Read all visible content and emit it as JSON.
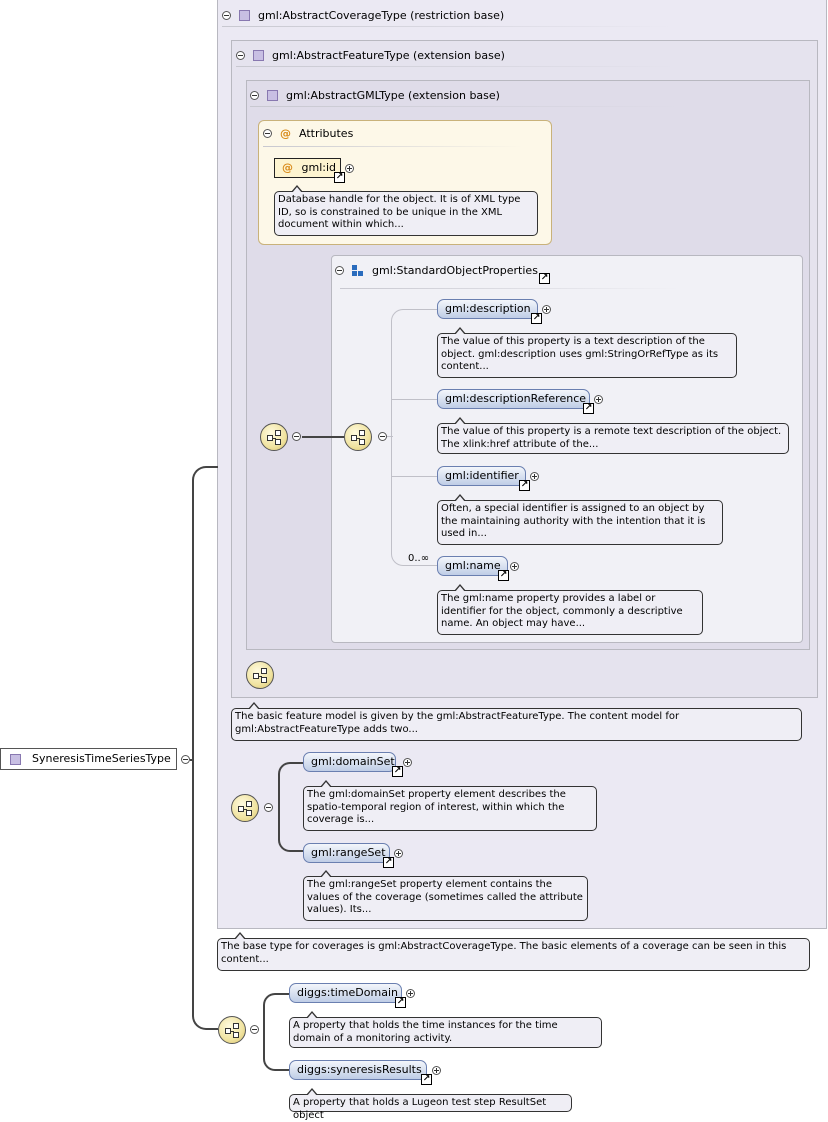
{
  "root": {
    "label": "SyneresisTimeSeriesType"
  },
  "coverage": {
    "header": "gml:AbstractCoverageType (restriction base)",
    "doc": "The base type for coverages is gml:AbstractCoverageType. The basic elements of a coverage can be seen in this content..."
  },
  "feature": {
    "header": "gml:AbstractFeatureType (extension base)",
    "doc": "The basic feature model is given by the gml:AbstractFeatureType. The content model for gml:AbstractFeatureType adds two..."
  },
  "gml_type": {
    "header": "gml:AbstractGMLType (extension base)"
  },
  "attributes": {
    "header": "Attributes",
    "at_symbol": "@",
    "id_label": "gml:id",
    "id_doc": "Database handle for the object. It is of XML type ID, so is constrained to be unique in the XML document within which..."
  },
  "standard_props": {
    "header": "gml:StandardObjectProperties",
    "elements": [
      {
        "label": "gml:description",
        "doc": "The value of this property is a text description of the object. gml:description uses gml:StringOrRefType as its content..."
      },
      {
        "label": "gml:descriptionReference",
        "doc": "The value of this property is a remote text description of the object. The xlink:href attribute of the..."
      },
      {
        "label": "gml:identifier",
        "doc": "Often, a special identifier is assigned to an object by the maintaining authority with the intention that it is used in..."
      },
      {
        "label": "gml:name",
        "doc": "The gml:name property provides a label or identifier for the object, commonly a descriptive name. An object may have...",
        "cardinality": "0..∞"
      }
    ]
  },
  "coverage_elements": [
    {
      "label": "gml:domainSet",
      "doc": "The gml:domainSet property element describes the spatio-temporal region of interest, within which the coverage is..."
    },
    {
      "label": "gml:rangeSet",
      "doc": "The gml:rangeSet property element contains the values of the coverage (sometimes called the attribute values). Its..."
    }
  ],
  "diggs_elements": [
    {
      "label": "diggs:timeDomain",
      "doc": "A property that holds the time instances for the time domain of a monitoring activity."
    },
    {
      "label": "diggs:syneresisResults",
      "doc": "A property that holds a Lugeon test step ResultSet object"
    }
  ],
  "link_glyph": "↗",
  "icons": [
    "collapse-icon",
    "expand-icon",
    "type-icon",
    "sequence-icon",
    "link-icon",
    "attribute-icon",
    "group-icon"
  ]
}
